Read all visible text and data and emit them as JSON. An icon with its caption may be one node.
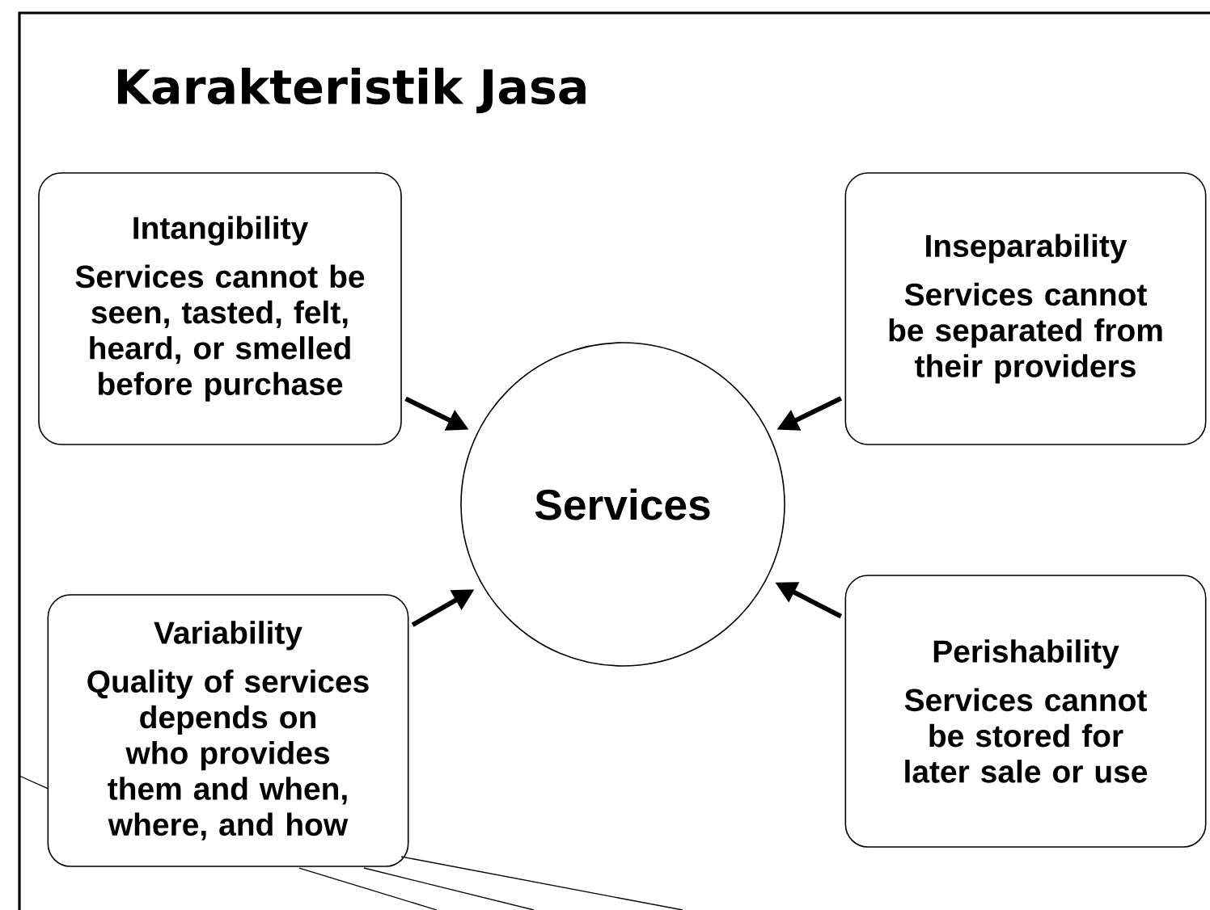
{
  "diagram": {
    "title": "Karakteristik Jasa",
    "nodes": [
      {
        "text": [
          "Intangibility",
          "Services cannot be seen, tasted, felt, heard, or smelled before purchase"
        ]
      },
      {
        "text": [
          "Inseparability",
          "Services cannot be separated from their providers"
        ]
      },
      {
        "text": [
          "Services"
        ]
      },
      {
        "text": [
          "Variability",
          "Quality of services depends on who provides them and when, where, and how"
        ]
      },
      {
        "text": [
          "Perishability",
          "Services cannot be stored for later sale or use"
        ]
      }
    ],
    "edges": [
      {
        "from": 0,
        "to": 2,
        "arrow": "to"
      },
      {
        "from": 1,
        "to": 2,
        "arrow": "to"
      },
      {
        "from": 3,
        "to": 2,
        "arrow": "to"
      },
      {
        "from": 4,
        "to": 2,
        "arrow": "to"
      }
    ]
  }
}
